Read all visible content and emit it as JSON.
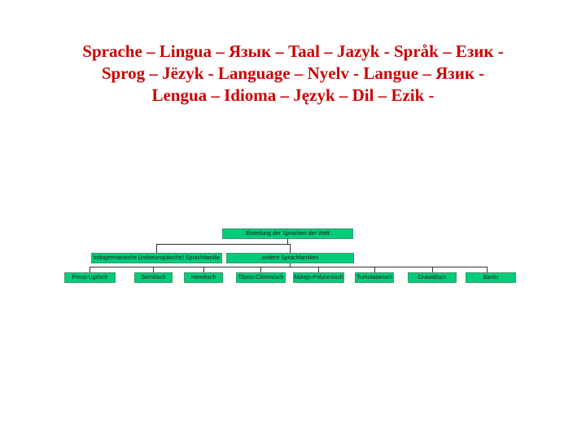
{
  "title": {
    "line1": "Sprache – Lingua – Язык – Taal – Jazyk - Språk – Език -",
    "line2": "Sprog – Jёzyk - Language – Nyelv - Langue – Язик -",
    "line3": "Lengua – Idioma – Język – Dil – Ezik -"
  },
  "diagram": {
    "root": "Einteilung der Sprachen der Welt",
    "level2": {
      "indo": "indogermanische (indoeuropäische) Sprachfamilie",
      "other": "andere Sprachfamilien"
    },
    "families": [
      "Finno-Ugrisch",
      "Semitisch",
      "Hamitisch",
      "Tibeto-Chinesisch",
      "Malajo-Polynesisch",
      "Turkotatarisch",
      "Drawidisch",
      "Bantu"
    ],
    "box_color": "#00cc7a",
    "title_color": "#cc0000"
  }
}
